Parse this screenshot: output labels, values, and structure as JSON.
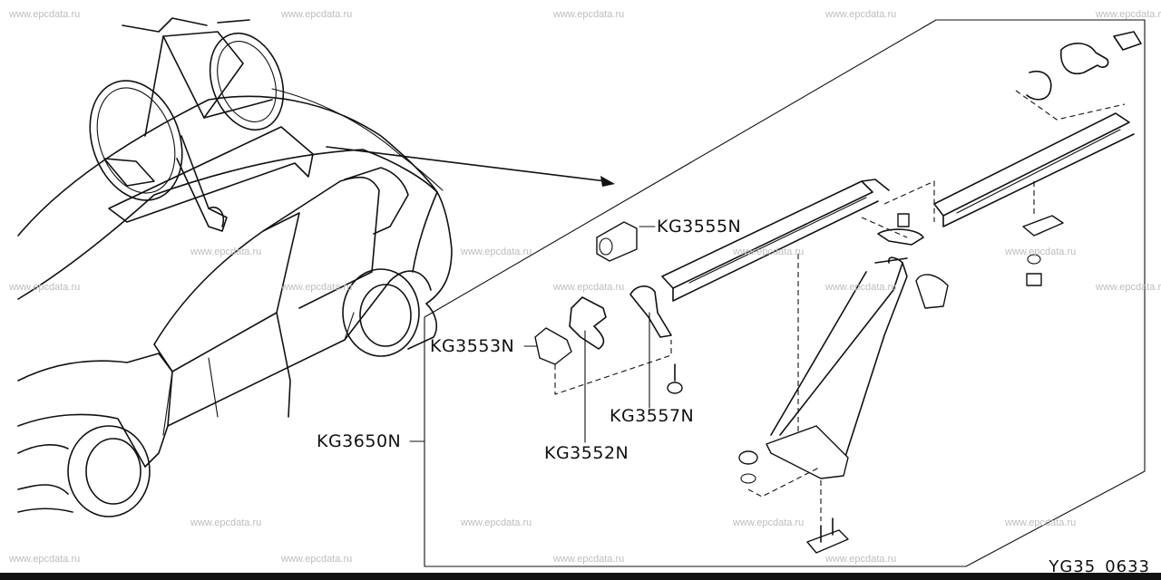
{
  "watermark": "www.epcdata.ru",
  "callouts": {
    "kg3555n": "KG3555N",
    "kg3553n": "KG3553N",
    "kg3557n": "KG3557N",
    "kg3650n": "KG3650N",
    "kg3552n": "KG3552N"
  },
  "diagram_id": "YG35_0633",
  "colors": {
    "line": "#111111",
    "watermark": "#bdbdbd",
    "background": "#ffffff"
  }
}
